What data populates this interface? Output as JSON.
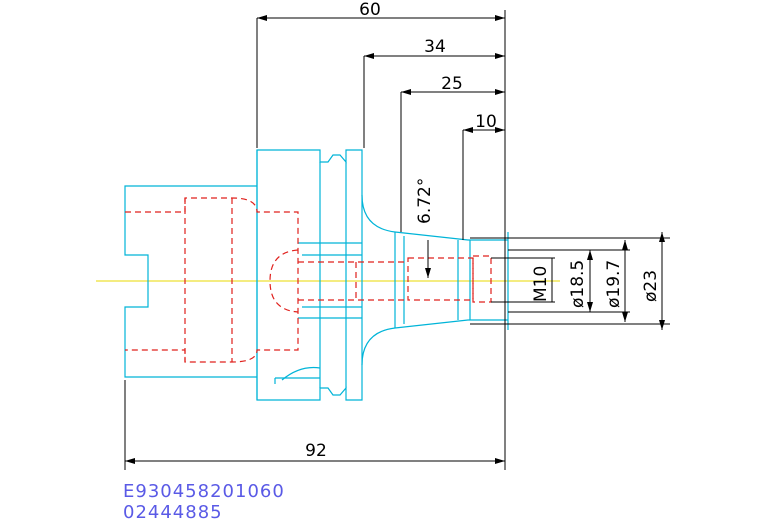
{
  "drawing": {
    "dimensions": {
      "len_60": "60",
      "len_34": "34",
      "len_25": "25",
      "len_10": "10",
      "len_92": "92",
      "angle": "6.72°",
      "thread": "M10",
      "dia_18_5": "ø18.5",
      "dia_19_7": "ø19.7",
      "dia_23": "ø23"
    },
    "codes": {
      "line1": "E930458201060",
      "line2": "02444885"
    }
  },
  "colors": {
    "outline": "#00b4d8",
    "hidden": "#e0201c",
    "dimension": "#000000",
    "centerline": "#e8d800",
    "code_text": "#5a5ae6"
  }
}
